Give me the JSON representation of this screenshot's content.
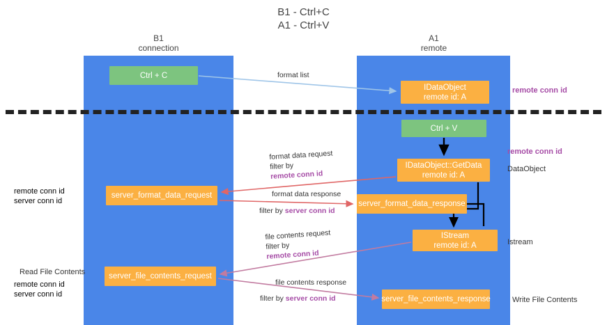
{
  "title": {
    "line1": "B1 - Ctrl+C",
    "line2": "A1 - Ctrl+V"
  },
  "lanes": [
    {
      "id": "b1",
      "name": "B1",
      "role": "connection",
      "color": "#4a86e8"
    },
    {
      "id": "a1",
      "name": "A1",
      "role": "remote",
      "color": "#4a86e8"
    }
  ],
  "colors": {
    "lane": "#4a86e8",
    "green_node": "#7dc47f",
    "orange_node": "#fbb042",
    "purple_text": "#a64ca6",
    "green_text": "#6aa84f",
    "blue_arrow": "#9fc5e8",
    "red_arrow": "#e06666",
    "magenta_arrow": "#c27ba0",
    "black_arrow": "#000000",
    "divider": "#222222"
  },
  "nodes": {
    "ctrl_c": {
      "label": "Ctrl + C",
      "sub": ""
    },
    "idataobject": {
      "label": "IDataObject",
      "sub": "remote id: A"
    },
    "ctrl_v": {
      "label": "Ctrl + V",
      "sub": ""
    },
    "getdata": {
      "label": "IDataObject::GetData",
      "sub": "remote id: A"
    },
    "server_format_data_request": {
      "label": "server_format_data_request",
      "sub": ""
    },
    "server_format_data_response": {
      "label": "server_format_data_response",
      "sub": ""
    },
    "istream": {
      "label": "IStream",
      "sub": "remote id: A"
    },
    "server_file_contents_request": {
      "label": "server_file_contents_request",
      "sub": ""
    },
    "server_file_contents_response": {
      "label": "server_file_contents_response",
      "sub": ""
    }
  },
  "edges": {
    "format_list": {
      "label": "format list"
    },
    "format_data_request": {
      "label": "format data request",
      "filter_prefix": "filter by ",
      "filter_key": "remote conn id"
    },
    "format_data_response": {
      "label": "format data response",
      "filter_prefix": "filter by ",
      "filter_key": "server conn id"
    },
    "file_contents_request": {
      "label": "file contents request",
      "filter_prefix": "filter by ",
      "filter_key": "remote conn id"
    },
    "file_contents_response": {
      "label": "file contents response",
      "filter_prefix": "filter by ",
      "filter_key": "server conn id"
    }
  },
  "annotations": {
    "right": {
      "remote_conn_id_top": "remote conn id",
      "remote_conn_id_mid": "remote conn id",
      "dataobject": "DataObject",
      "istream": "Istream",
      "write_file_contents": "Write File Contents"
    },
    "left": {
      "remote_conn_id_1": "remote conn id",
      "server_conn_id_1": "server conn id",
      "read_file_contents": "Read File Contents",
      "remote_conn_id_2": "remote conn id",
      "server_conn_id_2": "server conn id"
    }
  }
}
